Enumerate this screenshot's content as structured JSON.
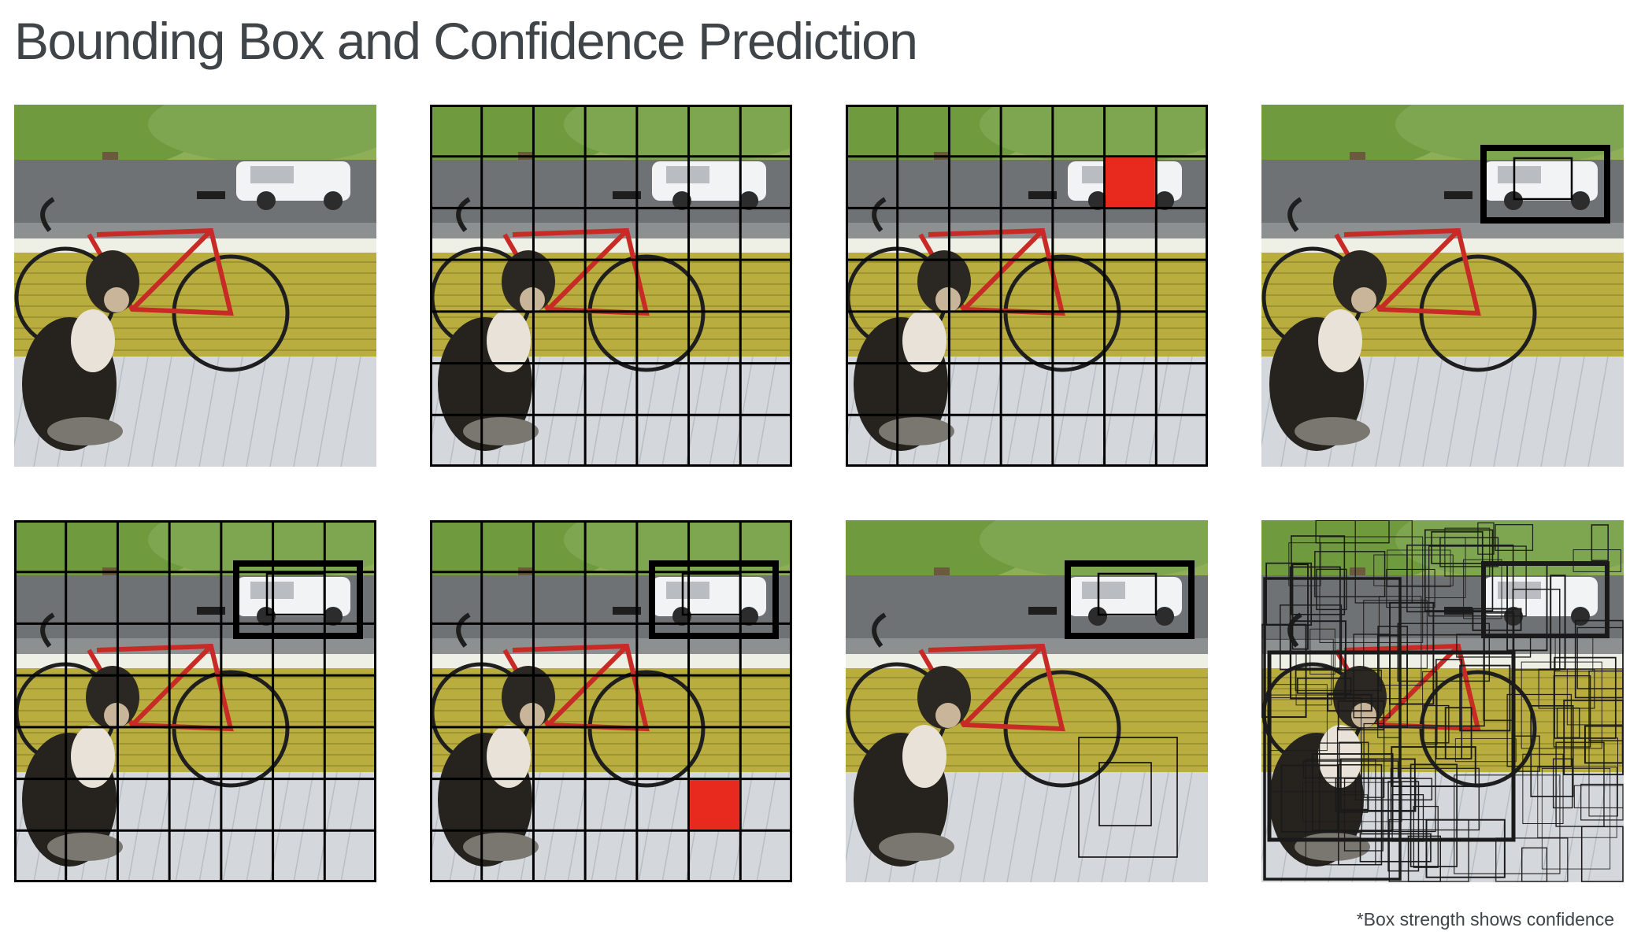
{
  "title": "Bounding Box and Confidence Prediction",
  "footnote": "*Box strength shows confidence",
  "grid_size": 7,
  "colors": {
    "title_text": "#3f4449",
    "grid_lines": "#000000",
    "highlight_cell": "#e8291e",
    "box_stroke": "#000000"
  },
  "panels": [
    {
      "name": "photo-original",
      "grid": false,
      "highlight_cell": null,
      "box_pair": []
    },
    {
      "name": "photo-grid",
      "grid": true,
      "highlight_cell": null,
      "box_pair": []
    },
    {
      "name": "photo-grid-highlighted-cell",
      "grid": true,
      "highlight_cell": [
        5,
        1
      ],
      "box_pair": []
    },
    {
      "name": "photo-car-box",
      "grid": false,
      "highlight_cell": null,
      "box_pair": [
        "car"
      ]
    },
    {
      "name": "photo-grid-car-box",
      "grid": true,
      "highlight_cell": null,
      "box_pair": [
        "car"
      ]
    },
    {
      "name": "photo-grid-car-box-highlighted-cell",
      "grid": true,
      "highlight_cell": [
        5,
        5
      ],
      "box_pair": [
        "car"
      ]
    },
    {
      "name": "photo-car-and-floor-boxes",
      "grid": false,
      "highlight_cell": null,
      "box_pair": [
        "car",
        "floor"
      ]
    },
    {
      "name": "photo-all-box-predictions",
      "grid": false,
      "highlight_cell": null,
      "box_pair": [
        "all"
      ]
    }
  ]
}
